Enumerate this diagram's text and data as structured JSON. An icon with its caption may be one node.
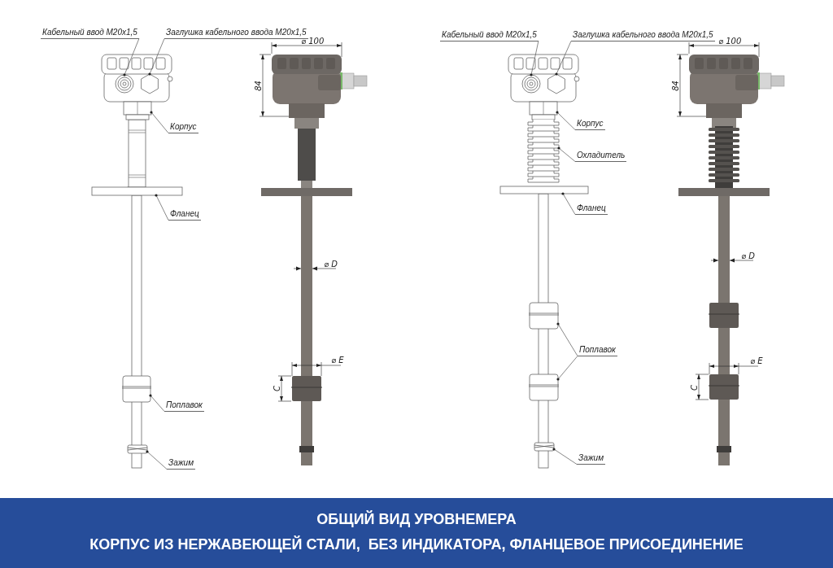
{
  "diagram": {
    "title": "ОБЩИЙ ВИД УРОВНЕМЕРА",
    "caption": "КОРПУС ИЗ НЕРЖАВЕЮЩЕЙ СТАЛИ,  БЕЗ ИНДИКАТОРА, ФЛАНЦЕВОЕ ПРИСОЕДИНЕНИЕ",
    "nodes": [
      {
        "text": [
          "Кабельный ввод M20x1,5"
        ]
      },
      {
        "text": [],
        "shape": "circle"
      },
      {
        "text": [
          "Заглушка кабельного ввода M20x1,5"
        ]
      },
      {
        "text": [],
        "shape": "picture"
      },
      {
        "text": [
          "Корпус"
        ]
      },
      {
        "text": [],
        "shape": "box"
      },
      {
        "text": [
          "Фланец"
        ]
      },
      {
        "text": [],
        "shape": "bar"
      },
      {
        "text": [
          "Поплавок"
        ]
      },
      {
        "text": [],
        "shape": "cylinder"
      },
      {
        "text": [
          "Зажим"
        ]
      },
      {
        "text": [],
        "shape": "picture"
      },
      {
        "text": [
          "Кабельный ввод M20x1,5"
        ]
      },
      {
        "text": [],
        "shape": "circle"
      },
      {
        "text": [
          "Заглушка кабельного ввода M20x1,5"
        ]
      },
      {
        "text": [],
        "shape": "picture"
      },
      {
        "text": [
          "Корпус"
        ]
      },
      {
        "text": [],
        "shape": "box"
      },
      {
        "text": [
          "Охладитель"
        ]
      },
      {
        "text": [],
        "shape": "picture"
      },
      {
        "text": [
          "Фланец"
        ]
      },
      {
        "text": [],
        "shape": "bar"
      },
      {
        "text": [
          "Поплавок"
        ]
      },
      {
        "text": [],
        "shape": "cylinder"
      },
      {
        "text": [],
        "shape": "cylinder"
      },
      {
        "text": [
          "Зажим"
        ]
      },
      {
        "text": [],
        "shape": "picture"
      }
    ],
    "edges": [
      {
        "from": 0,
        "to": 1,
        "arrow": "other"
      },
      {
        "from": 2,
        "to": 3,
        "arrow": "other"
      },
      {
        "from": 4,
        "to": 5,
        "arrow": "other"
      },
      {
        "from": 6,
        "to": 7,
        "arrow": "other"
      },
      {
        "from": 8,
        "to": 9,
        "arrow": "other"
      },
      {
        "from": 10,
        "to": 11,
        "arrow": "other"
      },
      {
        "from": 12,
        "to": 13,
        "arrow": "other"
      },
      {
        "from": 14,
        "to": 15,
        "arrow": "other"
      },
      {
        "from": 16,
        "to": 17,
        "arrow": "other"
      },
      {
        "from": 18,
        "to": 19,
        "arrow": "other"
      },
      {
        "from": 20,
        "to": 21,
        "arrow": "other"
      },
      {
        "from": 22,
        "to": 23,
        "arrow": "other"
      },
      {
        "from": 22,
        "to": 24,
        "arrow": "other"
      },
      {
        "from": 25,
        "to": 26,
        "arrow": "other"
      }
    ],
    "labels": [
      "⌀ 100",
      "84",
      "⌀ D",
      "⌀ E",
      "C",
      "⌀ 100",
      "84",
      "⌀ D",
      "⌀ E",
      "C"
    ]
  }
}
